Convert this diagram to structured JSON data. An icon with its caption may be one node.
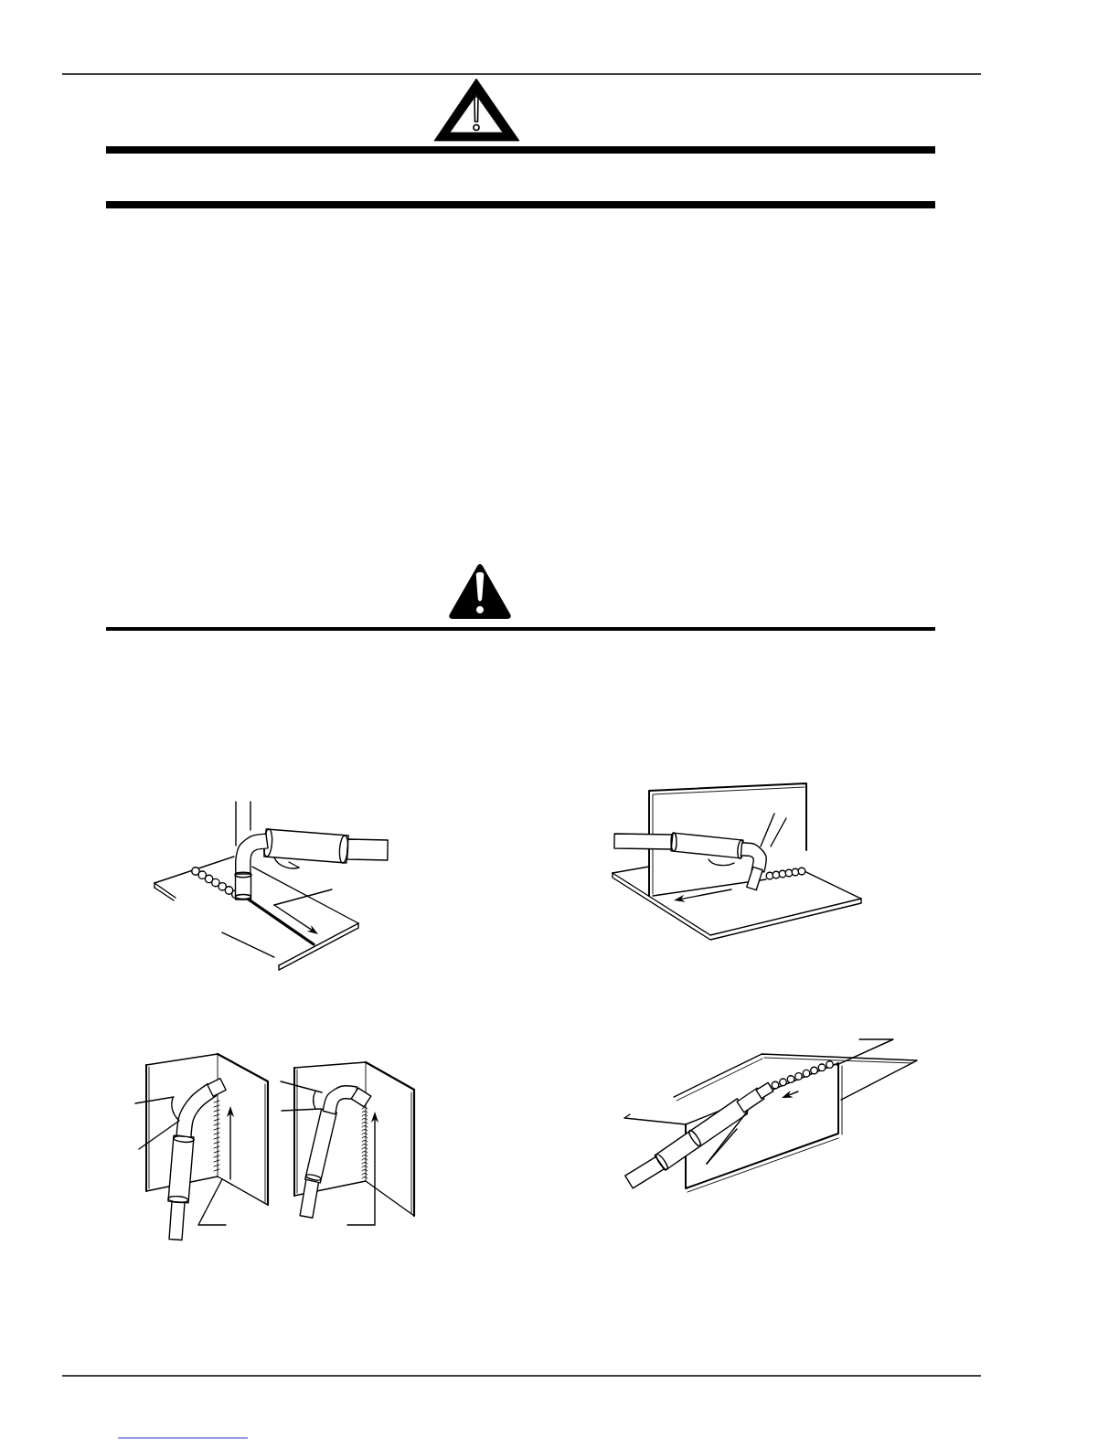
{
  "diagram": {
    "nodes": [
      {
        "text": [],
        "shape": "picture"
      },
      {
        "text": [],
        "shape": "picture"
      },
      {
        "text": [],
        "shape": "picture"
      },
      {
        "text": [],
        "shape": "picture"
      }
    ],
    "edges": [
      {
        "from": null,
        "to": 0,
        "arrow": "none"
      },
      {
        "from": null,
        "to": 1,
        "arrow": "none"
      },
      {
        "from": null,
        "to": 1,
        "arrow": "none"
      },
      {
        "from": null,
        "to": 2,
        "arrow": "none"
      },
      {
        "from": null,
        "to": 2,
        "arrow": "none"
      },
      {
        "from": null,
        "to": 2,
        "arrow": "none"
      },
      {
        "from": null,
        "to": 2,
        "arrow": "none"
      },
      {
        "from": null,
        "to": 2,
        "arrow": "none"
      },
      {
        "from": null,
        "to": 3,
        "arrow": "none"
      },
      {
        "from": null,
        "to": 3,
        "arrow": "none"
      },
      {
        "from": null,
        "to": 3,
        "arrow": "none"
      },
      {
        "from": null,
        "to": 3,
        "arrow": "none"
      }
    ]
  }
}
